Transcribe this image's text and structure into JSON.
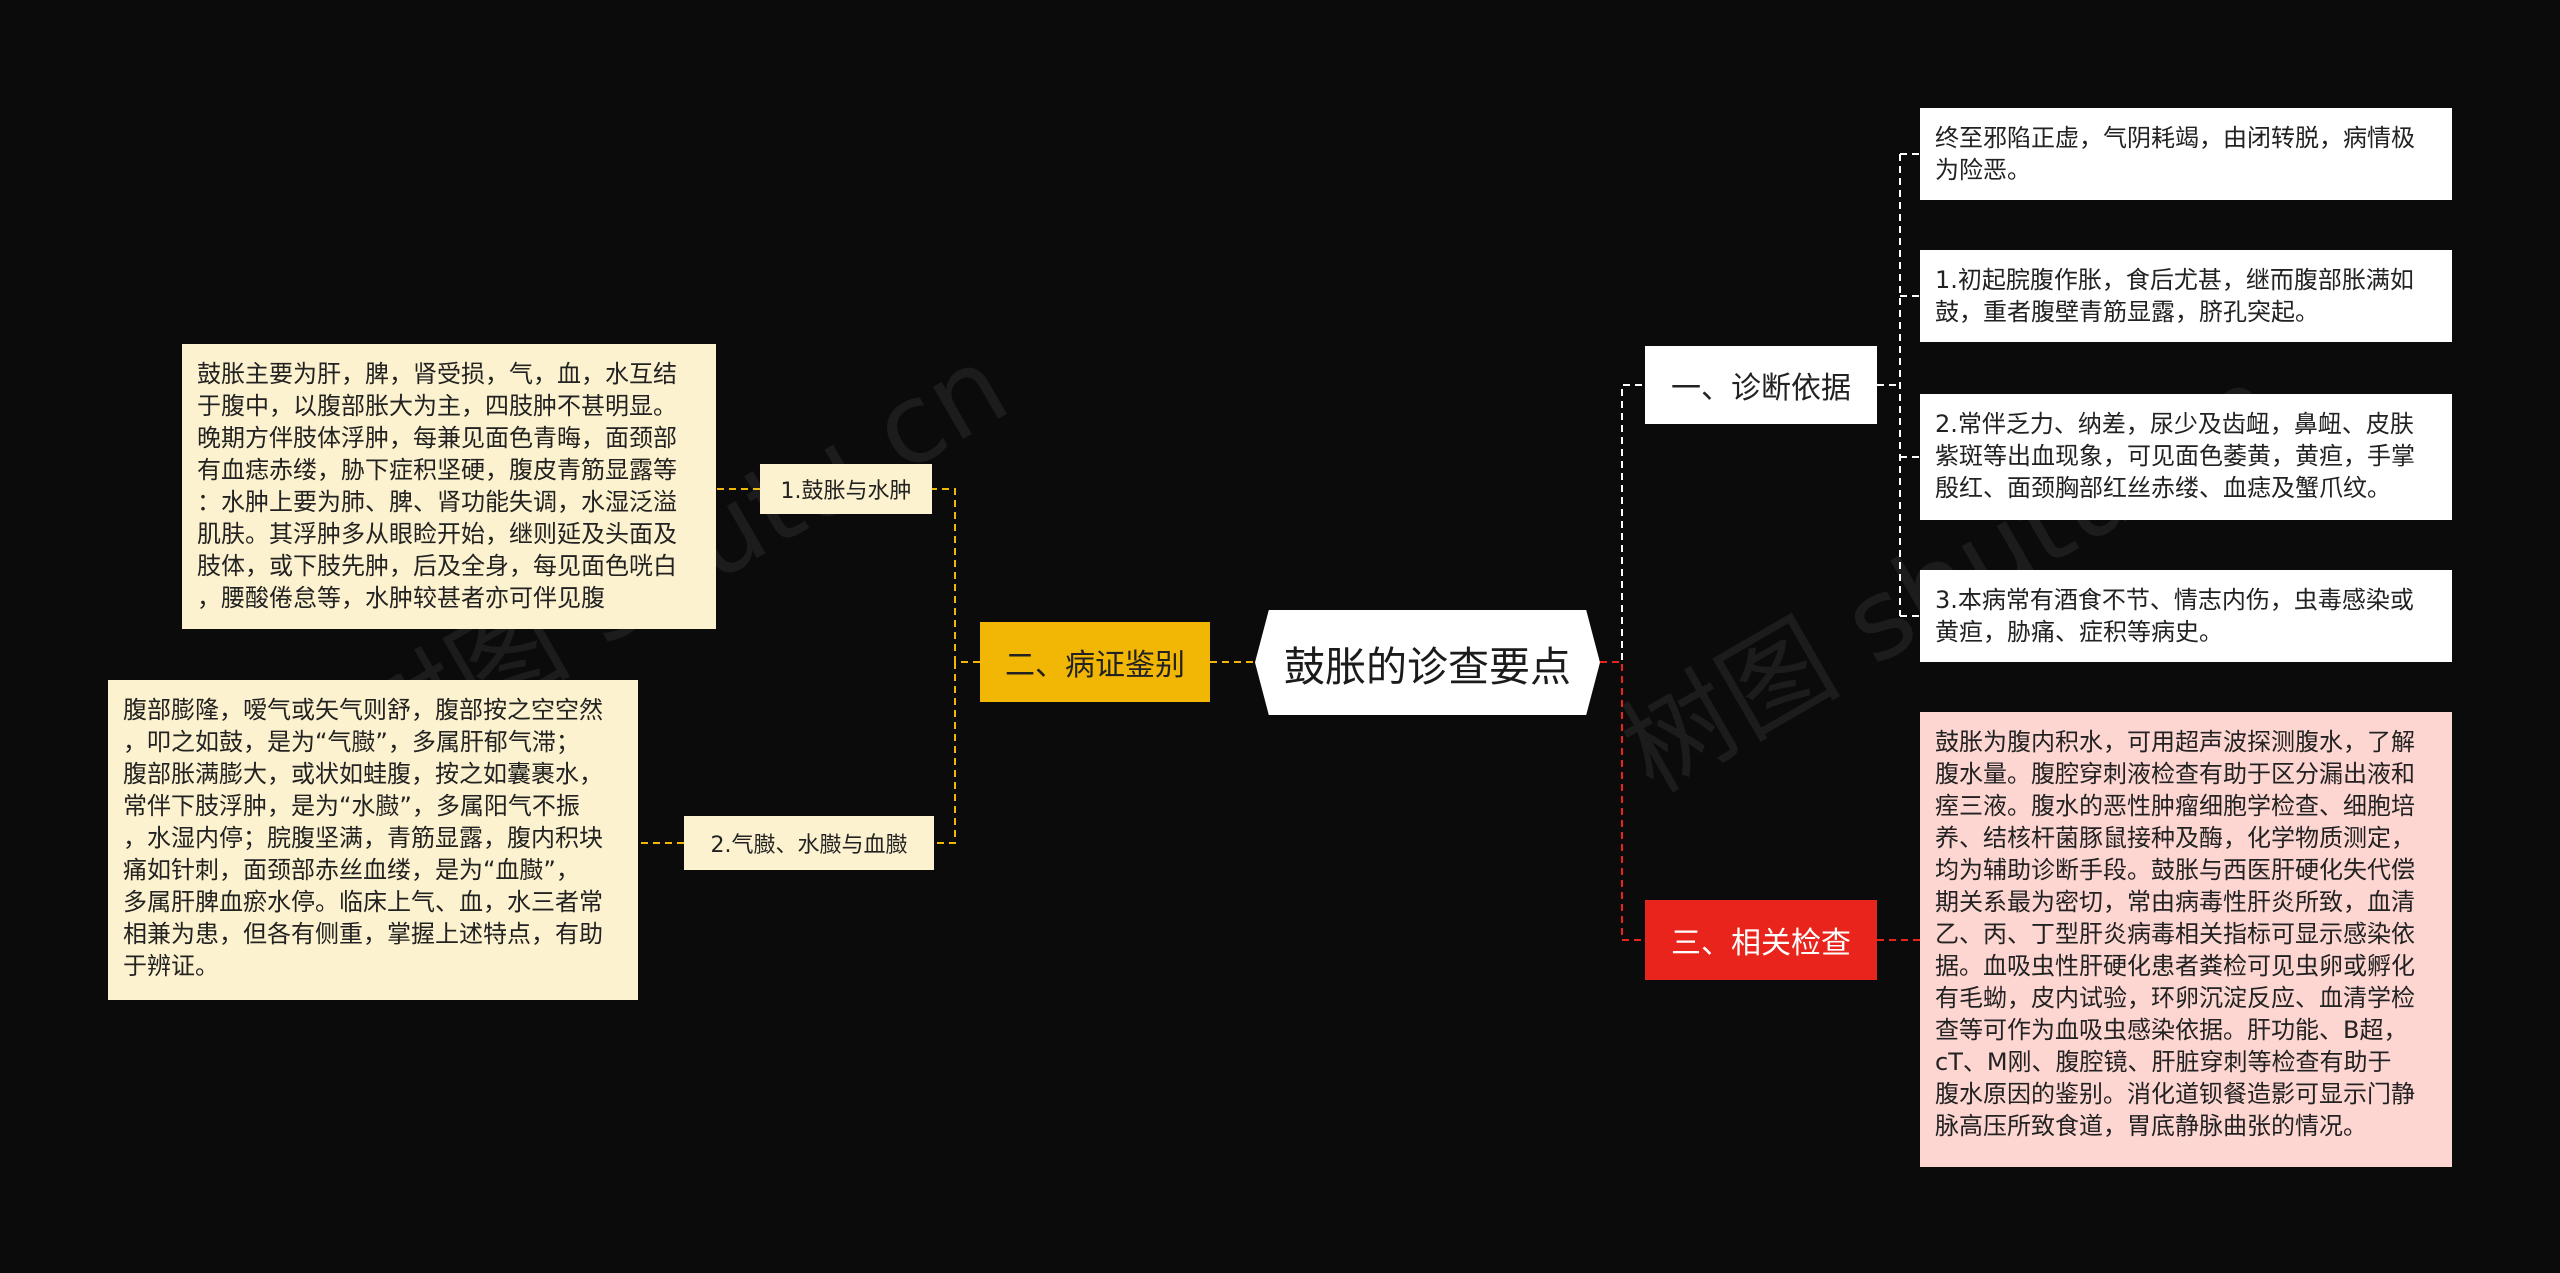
{
  "center": {
    "title": "鼓胀的诊查要点"
  },
  "branches": {
    "diagnosis": {
      "label": "一、诊断依据"
    },
    "differential": {
      "label": "二、病证鉴别"
    },
    "tests": {
      "label": "三、相关检查"
    }
  },
  "subs": {
    "edema": {
      "label": "1.鼓胀与水肿"
    },
    "types": {
      "label": "2.气臌、水臌与血臌"
    }
  },
  "leaves": {
    "diag_prognosis": "终至邪陷正虚，气阴耗竭，由闭转脱，病情极\n为险恶。",
    "diag_1": "1.初起脘腹作胀，食后尤甚，继而腹部胀满如\n鼓，重者腹壁青筋显露，脐孔突起。",
    "diag_2": "2.常伴乏力、纳差，尿少及齿衄，鼻衄、皮肤\n紫斑等出血现象，可见面色萎黄，黄疸，手掌\n殷红、面颈胸部红丝赤缕、血痣及蟹爪纹。",
    "diag_3": "3.本病常有酒食不节、情志内伤，虫毒感染或\n黄疸，胁痛、症积等病史。",
    "tests_text": "鼓胀为腹内积水，可用超声波探测腹水，了解\n腹水量。腹腔穿刺液检查有助于区分漏出液和\n痓三液。腹水的恶性肿瘤细胞学检查、细胞培\n养、结核杆菌豚鼠接种及酶，化学物质测定，\n均为辅助诊断手段。鼓胀与西医肝硬化失代偿\n期关系最为密切，常由病毒性肝炎所致，血清\n乙、丙、丁型肝炎病毒相关指标可显示感染依\n据。血吸虫性肝硬化患者粪检可见虫卵或孵化\n有毛蚴，皮内试验，环卵沉淀反应、血清学检\n查等可作为血吸虫感染依据。肝功能、B超，\ncT、M刚、腹腔镜、肝脏穿刺等检查有助于\n腹水原因的鉴别。消化道钡餐造影可显示门静\n脉高压所致食道，胃底静脉曲张的情况。",
    "edema_text": "鼓胀主要为肝，脾，肾受损，气，血，水互结\n于腹中，以腹部胀大为主，四肢肿不甚明显。\n晚期方伴肢体浮肿，每兼见面色青晦，面颈部\n有血痣赤缕，胁下症积坚硬，腹皮青筋显露等\n：水肿上要为肺、脾、肾功能失调，水湿泛溢\n肌肤。其浮肿多从眼睑开始，继则延及头面及\n肢体，或下肢先肿，后及全身，每见面色咣白\n，腰酸倦怠等，水肿较甚者亦可伴见腹",
    "types_text": "腹部膨隆，嗳气或矢气则舒，腹部按之空空然\n，叩之如鼓，是为“气臌”，多属肝郁气滞；\n腹部胀满膨大，或状如蛙腹，按之如囊裹水，\n常伴下肢浮肿，是为“水臌”，多属阳气不振\n，水湿内停；脘腹坚满，青筋显露，腹内积块\n痛如针刺，面颈部赤丝血缕，是为“血臌”，\n多属肝脾血瘀水停。临床上气、血，水三者常\n相兼为患，但各有侧重，掌握上述特点，有助\n于辨证。"
  },
  "watermark": [
    "树图 shutu.cn",
    "树图 shutu.cn"
  ],
  "colors": {
    "background": "#0b0b0b",
    "connector_diag": "#ffffff",
    "connector_diff": "#f2b705",
    "connector_tests": "#e8241c"
  }
}
